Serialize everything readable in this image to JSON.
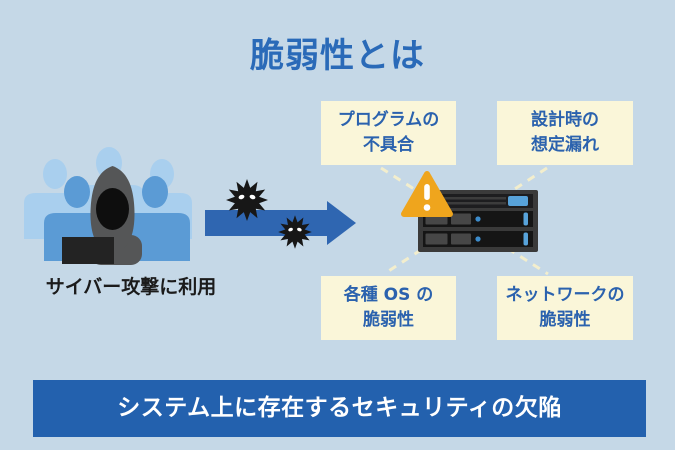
{
  "page": {
    "title": "脆弱性とは"
  },
  "attacker": {
    "caption": "サイバー攻撃に利用",
    "icon": "hooded-attacker-with-crowd"
  },
  "attack_flow": {
    "arrow_icon": "arrow-right-icon",
    "malware_icons": [
      "malware-icon-large",
      "malware-icon-small"
    ]
  },
  "target": {
    "server_icon": "server-rack-icon",
    "warning_icon": "warning-triangle-icon"
  },
  "vulnerability_boxes": [
    {
      "line1": "プログラムの",
      "line2": "不具合"
    },
    {
      "line1": "設計時の",
      "line2": "想定漏れ"
    },
    {
      "line1": "各種 OS の",
      "line2": "脆弱性"
    },
    {
      "line1": "ネットワークの",
      "line2": "脆弱性"
    }
  ],
  "footer": {
    "text": "システム上に存在するセキュリティの欠陥"
  },
  "colors": {
    "background": "#c5d8e7",
    "title_blue": "#2a6ab8",
    "accent_blue": "#2f66b1",
    "banner_blue": "#2361ae",
    "box_background": "#faf6d9",
    "box_text": "#2b62ae",
    "warning_orange": "#efa51d",
    "dashed_line": "#f3eecd",
    "crowd_light": "#a9cfee",
    "crowd_medium": "#5b9bd5",
    "dark_gray": "#555657",
    "black": "#0e0e0e"
  }
}
